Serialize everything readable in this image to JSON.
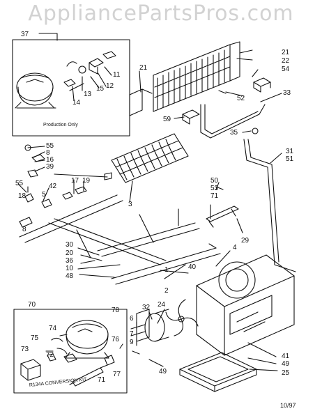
{
  "header": {
    "watermark": "AppliancePartsPros.com"
  },
  "inset": {
    "caption": "Production Only"
  },
  "kit": {
    "caption": "R134A CONVERSION KIT"
  },
  "footer": {
    "date_code": "10/97"
  },
  "callouts": [
    {
      "key": "c37",
      "text": "37"
    },
    {
      "key": "c21a",
      "text": "21"
    },
    {
      "key": "c22",
      "text": "22"
    },
    {
      "key": "c54",
      "text": "54"
    },
    {
      "key": "c21b",
      "text": "21"
    },
    {
      "key": "c11",
      "text": "11"
    },
    {
      "key": "c12",
      "text": "12"
    },
    {
      "key": "c15",
      "text": "15"
    },
    {
      "key": "c13",
      "text": "13"
    },
    {
      "key": "c14",
      "text": "14"
    },
    {
      "key": "c52",
      "text": "52"
    },
    {
      "key": "c33",
      "text": "33"
    },
    {
      "key": "c59",
      "text": "59"
    },
    {
      "key": "c35",
      "text": "35"
    },
    {
      "key": "c55a",
      "text": "55"
    },
    {
      "key": "c8a",
      "text": "8"
    },
    {
      "key": "c16",
      "text": "16"
    },
    {
      "key": "c39",
      "text": "39"
    },
    {
      "key": "c55b",
      "text": "55"
    },
    {
      "key": "c42",
      "text": "42"
    },
    {
      "key": "c17",
      "text": "17"
    },
    {
      "key": "c19",
      "text": "19"
    },
    {
      "key": "c18",
      "text": "18"
    },
    {
      "key": "c5",
      "text": "5"
    },
    {
      "key": "c8b",
      "text": "8"
    },
    {
      "key": "c3",
      "text": "3"
    },
    {
      "key": "c31",
      "text": "31"
    },
    {
      "key": "c51",
      "text": "51"
    },
    {
      "key": "c50",
      "text": "50"
    },
    {
      "key": "c53",
      "text": "53"
    },
    {
      "key": "c71a",
      "text": "71"
    },
    {
      "key": "c29",
      "text": "29"
    },
    {
      "key": "c4",
      "text": "4"
    },
    {
      "key": "c30",
      "text": "30"
    },
    {
      "key": "c20",
      "text": "20"
    },
    {
      "key": "c36",
      "text": "36"
    },
    {
      "key": "c10",
      "text": "10"
    },
    {
      "key": "c48",
      "text": "48"
    },
    {
      "key": "c40",
      "text": "40"
    },
    {
      "key": "c1",
      "text": "1"
    },
    {
      "key": "c2",
      "text": "2"
    },
    {
      "key": "c70",
      "text": "70"
    },
    {
      "key": "c78",
      "text": "78"
    },
    {
      "key": "c74",
      "text": "74"
    },
    {
      "key": "c75",
      "text": "75"
    },
    {
      "key": "c73",
      "text": "73"
    },
    {
      "key": "c72",
      "text": "72"
    },
    {
      "key": "c76",
      "text": "76"
    },
    {
      "key": "c77",
      "text": "77"
    },
    {
      "key": "c71b",
      "text": "71"
    },
    {
      "key": "c32",
      "text": "32"
    },
    {
      "key": "c24",
      "text": "24"
    },
    {
      "key": "c6",
      "text": "6"
    },
    {
      "key": "c7",
      "text": "7"
    },
    {
      "key": "c9",
      "text": "9"
    },
    {
      "key": "c49a",
      "text": "49"
    },
    {
      "key": "c41",
      "text": "41"
    },
    {
      "key": "c49b",
      "text": "49"
    },
    {
      "key": "c25",
      "text": "25"
    }
  ],
  "colors": {
    "ink": "#111111",
    "watermark": "#d2d2d2"
  }
}
